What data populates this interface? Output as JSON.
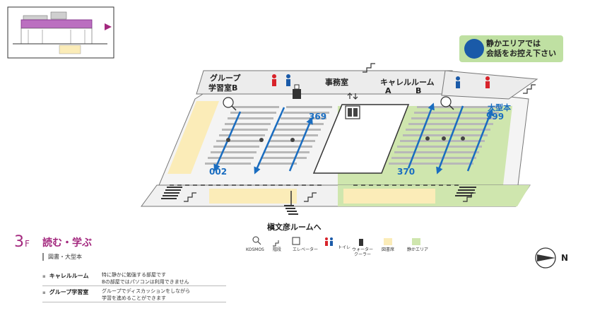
{
  "quiet_notice": {
    "line1": "静かエリアでは",
    "line2": "会話をお控え下さい"
  },
  "rooms": {
    "group_study_b_1": "グループ",
    "group_study_b_2": "学習室B",
    "office": "事務室",
    "carrel_room": "キャレルルーム",
    "carrel_a": "A",
    "carrel_b": "B",
    "large_books": "大型本"
  },
  "shelf_numbers": {
    "n002": "002",
    "n369": "369",
    "n370": "370",
    "n999": "999"
  },
  "to_room": "槇文彦ルームへ",
  "floor": {
    "number": "3",
    "suffix": "F",
    "title": "読む・学ぶ",
    "collection": "図書・大型本"
  },
  "legend_rows": [
    {
      "name": "キャレルルーム",
      "desc": "特に静かに勉強する部屋です\nBの部屋ではパソコンは利用できません"
    },
    {
      "name": "グループ学習室",
      "desc": "グループでディスカッションをしながら\n学習を進めることができます"
    }
  ],
  "map_legend": {
    "kosmos": "KOSMOS",
    "stairs": "階段",
    "elevator": "エレベーター",
    "toilet": "トイレ",
    "water_cooler": "ウォーター\nクーラー",
    "book_stacks": "図書席",
    "quiet_area": "静かエリア"
  },
  "compass": "N",
  "colors": {
    "book_area": "#fbecb8",
    "quiet_area": "#cfe6ae",
    "arrow": "#1a6dc0",
    "accent": "#a3287e",
    "restroom_male": "#1a5aa8",
    "restroom_female": "#d8232a"
  }
}
